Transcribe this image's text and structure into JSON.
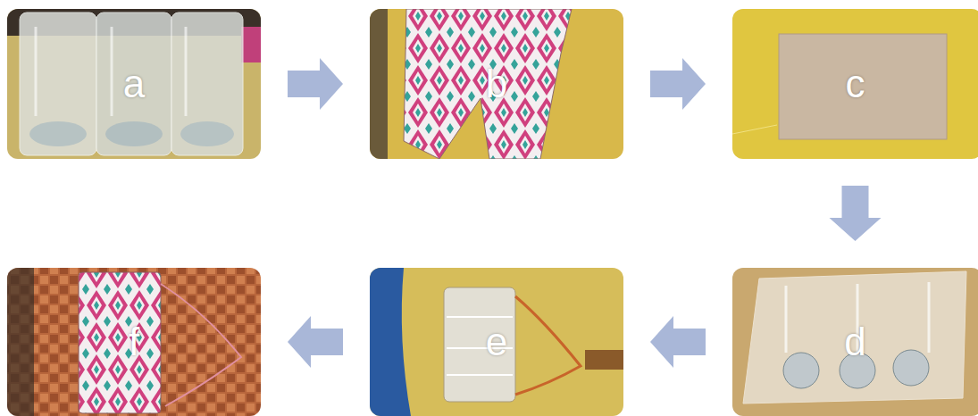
{
  "diagram": {
    "nodes": [
      {
        "text": [
          "a"
        ]
      },
      {
        "text": [
          "b"
        ]
      },
      {
        "text": [
          "c"
        ]
      },
      {
        "text": [
          "d"
        ]
      },
      {
        "text": [
          "e"
        ]
      },
      {
        "text": [
          "f"
        ]
      }
    ],
    "edges": [
      {
        "from": 0,
        "to": 1,
        "arrow": "to"
      },
      {
        "from": 1,
        "to": 2,
        "arrow": "to"
      },
      {
        "from": 2,
        "to": 3,
        "arrow": "to"
      },
      {
        "from": 3,
        "to": 4,
        "arrow": "to"
      },
      {
        "from": 4,
        "to": 5,
        "arrow": "to"
      }
    ]
  }
}
